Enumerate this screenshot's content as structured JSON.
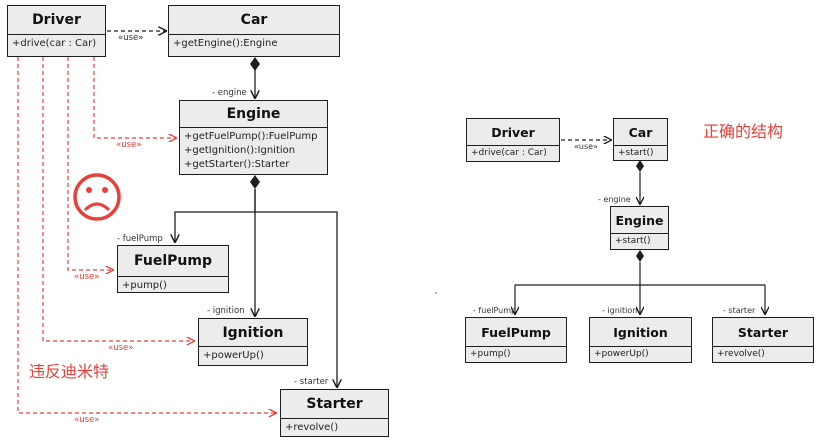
{
  "left": {
    "classes": {
      "driver": {
        "name": "Driver",
        "ops": [
          "+drive(car : Car)"
        ]
      },
      "car": {
        "name": "Car",
        "ops": [
          "+getEngine():Engine"
        ]
      },
      "engine": {
        "name": "Engine",
        "ops": [
          "+getFuelPump():FuelPump",
          "+getIgnition():Ignition",
          "+getStarter():Starter"
        ]
      },
      "fuelpump": {
        "name": "FuelPump",
        "ops": [
          "+pump()"
        ]
      },
      "ignition": {
        "name": "Ignition",
        "ops": [
          "+powerUp()"
        ]
      },
      "starter": {
        "name": "Starter",
        "ops": [
          "+revolve()"
        ]
      }
    },
    "labels": {
      "use_car": "«use»",
      "role_engine": "- engine",
      "role_fuelpump": "- fuelPump",
      "role_ignition": "- ignition",
      "role_starter": "- starter",
      "use_engine": "«use»",
      "use_fuelpump": "«use»",
      "use_ignition": "«use»",
      "use_starter": "«use»"
    },
    "caption": "违反迪米特",
    "sad_icon": "sad-face-icon"
  },
  "right": {
    "classes": {
      "driver": {
        "name": "Driver",
        "ops": [
          "+drive(car : Car)"
        ]
      },
      "car": {
        "name": "Car",
        "ops": [
          "+start()"
        ]
      },
      "engine": {
        "name": "Engine",
        "ops": [
          "+start()"
        ]
      },
      "fuelpump": {
        "name": "FuelPump",
        "ops": [
          "+pump()"
        ]
      },
      "ignition": {
        "name": "Ignition",
        "ops": [
          "+powerUp()"
        ]
      },
      "starter": {
        "name": "Starter",
        "ops": [
          "+revolve()"
        ]
      }
    },
    "labels": {
      "use_car": "«use»",
      "role_engine": "- engine",
      "role_fuelpump": "- fuelPump",
      "role_ignition": "- ignition",
      "role_starter": "- starter"
    },
    "caption": "正确的结构"
  },
  "colors": {
    "line": "#1e1e1e",
    "violation": "#e8403a",
    "class_fill": "#ececec"
  }
}
